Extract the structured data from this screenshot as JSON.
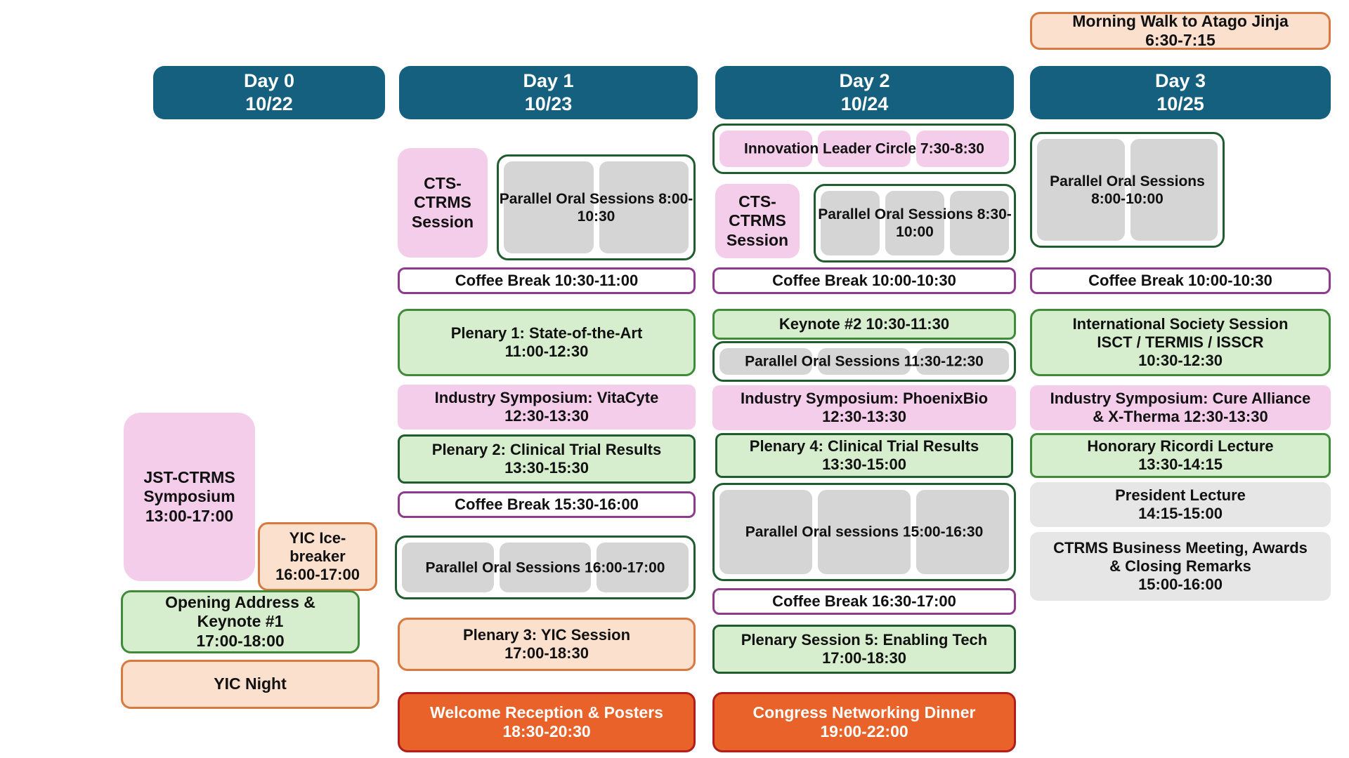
{
  "colors": {
    "header_bg": "#15607f",
    "pink": "#f4cdea",
    "green_fill": "#d6eecd",
    "green_border": "#3f8b3a",
    "green_border_dark": "#1f5c2e",
    "grey_fill": "#e6e6e6",
    "grey_slot": "#d5d5d5",
    "coffee_border": "#8e3a8e",
    "peach_fill": "#fbe0ce",
    "peach_border": "#d8793f",
    "orange_fill": "#e8622a",
    "orange_border": "#b01d1d"
  },
  "top_banner": {
    "title": "Morning Walk to Atago Jinja",
    "time": "6:30-7:15"
  },
  "days": [
    {
      "name": "Day 0",
      "date": "10/22"
    },
    {
      "name": "Day 1",
      "date": "10/23"
    },
    {
      "name": "Day 2",
      "date": "10/24"
    },
    {
      "name": "Day 3",
      "date": "10/25"
    }
  ],
  "day0": {
    "jst_symposium": {
      "l1": "JST-CTRMS",
      "l2": "Symposium",
      "l3": "13:00-17:00"
    },
    "yic_icebreaker": {
      "l1": "YIC Ice-",
      "l2": "breaker",
      "l3": "16:00-17:00"
    },
    "opening": {
      "l1": "Opening Address &",
      "l2": "Keynote #1",
      "l3": "17:00-18:00"
    },
    "yic_night": {
      "l1": "YIC Night"
    }
  },
  "day1": {
    "cts_ctrms": {
      "l1": "CTS-",
      "l2": "CTRMS",
      "l3": "Session"
    },
    "parallel_am": {
      "l1": "Parallel Oral",
      "l2": "Sessions",
      "l3": "8:00-10:30",
      "slots": 2
    },
    "coffee1": {
      "l1": "Coffee Break 10:30-11:00"
    },
    "plenary1": {
      "l1": "Plenary 1: State-of-the-Art",
      "l2": "11:00-12:30"
    },
    "symposium": {
      "l1": "Industry Symposium: VitaCyte",
      "l2": "12:30-13:30"
    },
    "plenary2": {
      "l1": "Plenary 2: Clinical Trial Results",
      "l2": "13:30-15:30"
    },
    "coffee2": {
      "l1": "Coffee Break 15:30-16:00"
    },
    "parallel_pm": {
      "l1": "Parallel Oral Sessions",
      "l2": "16:00-17:00",
      "slots": 3
    },
    "plenary3": {
      "l1": "Plenary 3: YIC Session",
      "l2": "17:00-18:30"
    },
    "reception": {
      "l1": "Welcome Reception & Posters",
      "l2": "18:30-20:30"
    }
  },
  "day2": {
    "innovation": {
      "l1": "Innovation Leader Circle",
      "l2": "7:30-8:30",
      "slots": 3
    },
    "cts_ctrms": {
      "l1": "CTS-",
      "l2": "CTRMS",
      "l3": "Session"
    },
    "parallel_am": {
      "l1": "Parallel Oral",
      "l2": "Sessions",
      "l3": "8:30-10:00",
      "slots": 3
    },
    "coffee1": {
      "l1": "Coffee Break 10:00-10:30"
    },
    "keynote2": {
      "l1": "Keynote #2 10:30-11:30"
    },
    "parallel_mid": {
      "l1": "Parallel Oral Sessions",
      "l2": "11:30-12:30",
      "slots": 3
    },
    "symposium": {
      "l1": "Industry Symposium: PhoenixBio",
      "l2": "12:30-13:30"
    },
    "plenary4": {
      "l1": "Plenary 4: Clinical Trial Results",
      "l2": "13:30-15:00"
    },
    "parallel_pm": {
      "l1": "Parallel",
      "l2": "Oral sessions",
      "l3": "15:00-16:30",
      "slots": 3
    },
    "coffee2": {
      "l1": "Coffee Break 16:30-17:00"
    },
    "plenary5": {
      "l1": "Plenary Session 5: Enabling Tech",
      "l2": "17:00-18:30"
    },
    "dinner": {
      "l1": "Congress Networking Dinner",
      "l2": "19:00-22:00"
    }
  },
  "day3": {
    "parallel_am": {
      "l1": "Parallel Oral",
      "l2": "Sessions",
      "l3": "8:00-10:00",
      "slots": 2
    },
    "coffee1": {
      "l1": "Coffee Break 10:00-10:30"
    },
    "international": {
      "l1": "International Society Session",
      "l2": "ISCT / TERMIS / ISSCR",
      "l3": "10:30-12:30"
    },
    "symposium": {
      "l1": "Industry Symposium: Cure Alliance",
      "l2": "& X-Therma 12:30-13:30"
    },
    "ricordi": {
      "l1": "Honorary Ricordi Lecture",
      "l2": "13:30-14:15"
    },
    "president": {
      "l1": "President Lecture",
      "l2": "14:15-15:00"
    },
    "business": {
      "l1": "CTRMS Business Meeting, Awards",
      "l2": "& Closing Remarks",
      "l3": "15:00-16:00"
    }
  }
}
